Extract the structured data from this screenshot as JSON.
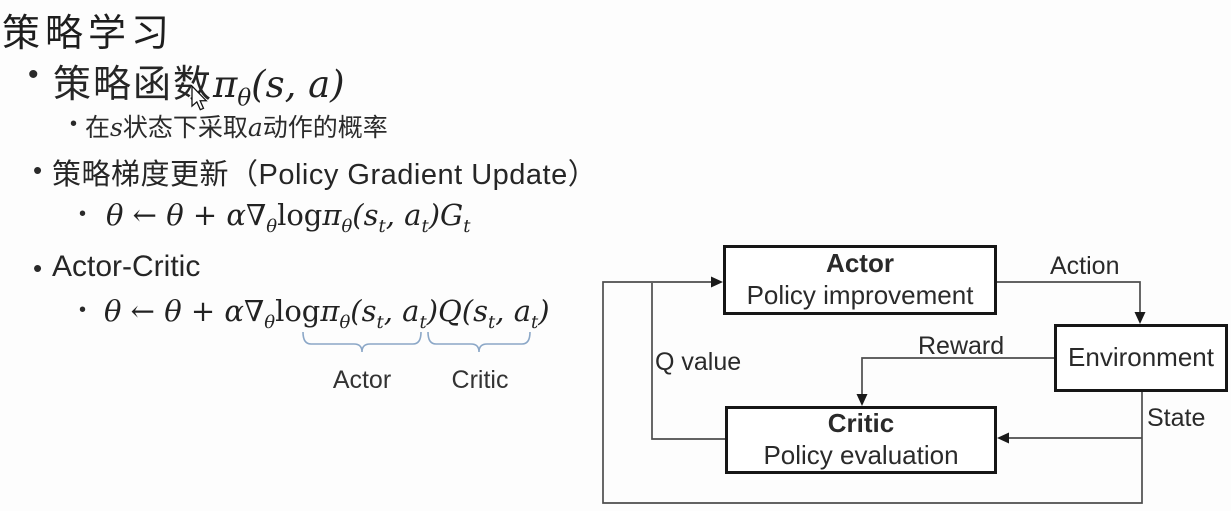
{
  "glyphs": {
    "bullet": "•"
  },
  "slide": {
    "title": "策略学习",
    "bullet1": {
      "label": "策略函数",
      "formula": [
        {
          "t": "π"
        },
        {
          "t": "θ",
          "s": 1
        },
        {
          "t": "(s, a)"
        }
      ],
      "sub": [
        {
          "t": "在"
        },
        {
          "t": "s",
          "i": 1
        },
        {
          "t": "状态下采取"
        },
        {
          "t": "a",
          "i": 1
        },
        {
          "t": "动作的概率"
        }
      ]
    },
    "bullet2": {
      "label": "策略梯度更新（Policy Gradient Update）",
      "formula": [
        {
          "t": "θ ← θ + α∇"
        },
        {
          "t": "θ",
          "s": 1
        },
        {
          "t": "log",
          "r": 1
        },
        {
          "t": "π"
        },
        {
          "t": "θ",
          "s": 1
        },
        {
          "t": "("
        },
        {
          "t": "s"
        },
        {
          "t": "t",
          "s": 1
        },
        {
          "t": ", "
        },
        {
          "t": "a"
        },
        {
          "t": "t",
          "s": 1
        },
        {
          "t": ")"
        },
        {
          "t": "G"
        },
        {
          "t": "t",
          "s": 1
        }
      ]
    },
    "bullet3": {
      "label": "Actor-Critic",
      "formula": [
        {
          "t": "θ ← θ + α∇"
        },
        {
          "t": "θ",
          "s": 1
        },
        {
          "t": "log",
          "r": 1
        },
        {
          "t": "π"
        },
        {
          "t": "θ",
          "s": 1
        },
        {
          "t": "("
        },
        {
          "t": "s"
        },
        {
          "t": "t",
          "s": 1
        },
        {
          "t": ", "
        },
        {
          "t": "a"
        },
        {
          "t": "t",
          "s": 1
        },
        {
          "t": ")"
        },
        {
          "t": "Q"
        },
        {
          "t": "("
        },
        {
          "t": "s"
        },
        {
          "t": "t",
          "s": 1
        },
        {
          "t": ", "
        },
        {
          "t": "a"
        },
        {
          "t": "t",
          "s": 1
        },
        {
          "t": ")"
        }
      ],
      "brace_labels": {
        "actor": "Actor",
        "critic": "Critic"
      }
    }
  },
  "diagram": {
    "nodes": {
      "actor": {
        "title": "Actor",
        "subtitle": "Policy improvement"
      },
      "environment": {
        "title": "Environment"
      },
      "critic": {
        "title": "Critic",
        "subtitle": "Policy evaluation"
      }
    },
    "edge_labels": {
      "action": "Action",
      "reward": "Reward",
      "state": "State",
      "q_value": "Q value"
    }
  },
  "colors": {
    "background": "#fdfdfd",
    "text": "#262626",
    "box_border": "#161616",
    "connector": "#4d4d4d",
    "arrowhead": "#1a1a1a",
    "brace": "#8ba7c7"
  }
}
